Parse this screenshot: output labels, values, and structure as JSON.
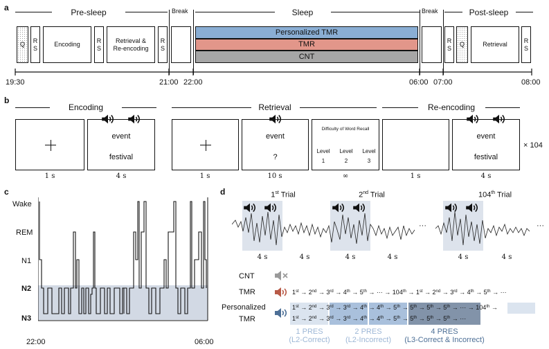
{
  "panels": {
    "a": "a",
    "b": "b",
    "c": "c",
    "d": "d"
  },
  "a": {
    "sections": {
      "presleep": "Pre-sleep",
      "break1": "Break",
      "sleep": "Sleep",
      "break2": "Break",
      "postsleep": "Post-sleep"
    },
    "blocks": {
      "q1": "Q",
      "rs": "R\nS",
      "encoding": "Encoding",
      "retrieval_reencoding": "Retrieval &\nRe-encoding",
      "q2": "Q",
      "retrieval": "Retrieval"
    },
    "conditions": [
      {
        "label": "Personalized TMR",
        "color": "#8aaed4"
      },
      {
        "label": "TMR",
        "color": "#e2968a"
      },
      {
        "label": "CNT",
        "color": "#a6a6a6"
      }
    ],
    "times": [
      "19:30",
      "21:00",
      "22:00",
      "06:00",
      "07:00",
      "08:00"
    ]
  },
  "b": {
    "sections": {
      "encoding": "Encoding",
      "retrieval": "Retrieval",
      "reencoding": "Re-encoding"
    },
    "cue_word": "event",
    "target_word": "festival",
    "question": "?",
    "difficulty_title": "Difficulty of Word Recall",
    "levels": [
      {
        "name": "Level",
        "num": "1"
      },
      {
        "name": "Level",
        "num": "2"
      },
      {
        "name": "Level",
        "num": "3"
      }
    ],
    "durations": [
      "1 s",
      "4 s",
      "1 s",
      "10 s",
      "∞",
      "1 s",
      "4 s"
    ],
    "repeat": "× 104"
  },
  "c": {
    "y_labels": [
      "Wake",
      "REM",
      "N1",
      "N2",
      "N3"
    ],
    "x_labels": [
      "22:00",
      "06:00"
    ]
  },
  "d": {
    "trials": [
      {
        "num": "1",
        "sup": "st",
        "word": " Trial"
      },
      {
        "num": "2",
        "sup": "nd",
        "word": " Trial"
      },
      {
        "num": "104",
        "sup": "th",
        "word": " Trial"
      }
    ],
    "ellipsis": "···",
    "durations": [
      "4 s",
      "4 s",
      "4 s",
      "4 s",
      "4 s",
      "4 s"
    ],
    "rows": {
      "cnt": "CNT",
      "tmr": "TMR",
      "ptmr_1": "Personalized",
      "ptmr_2": "TMR"
    },
    "pres": [
      {
        "line1": "1 PRES",
        "line2": "(L2-Correct)",
        "color": "#9db7d6"
      },
      {
        "line1": "2 PRES",
        "line2": "(L2-Incorrect)",
        "color": "#9db7d6"
      },
      {
        "line1": "4 PRES",
        "line2": "(L3-Correct & Incorrect)",
        "color": "#4d6f96"
      }
    ]
  }
}
